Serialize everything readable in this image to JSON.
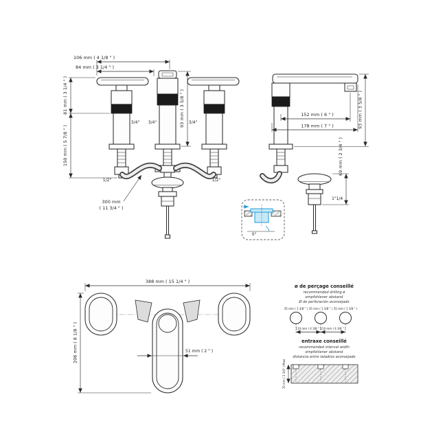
{
  "colors": {
    "line": "#2b2b2b",
    "accent_blue": "#1b9cd8",
    "light_blue": "#c7e9f8"
  },
  "front_view": {
    "dim_handle_full": "106 mm ( 4 1/8 \" )",
    "dim_handle": "84 mm ( 3 1/4 \" )",
    "dim_spout_height": "93 mm ( 3 5/8 \" )",
    "dim_body_height": "81 mm ( 3 1/4 \" )",
    "dim_under_deck": "150 mm ( 5 7/8 \" )",
    "thread_left": "3/4\"",
    "thread_center": "3/4\"",
    "thread_right": "3/4\"",
    "connector_left": "1/2\"",
    "connector_right": "1/2\"",
    "hose_length_line1": "300 mm",
    "hose_length_line2": "( 11 3/4 \" )"
  },
  "side_view": {
    "dim_height": "93 mm ( 3 5/8 \" )",
    "dim_reach": "152 mm ( 6 \" )",
    "dim_reach_total": "178 mm ( 7 \" )",
    "dim_drain_height": "69 mm ( 2 3/4 \" )",
    "drain_thread": "1\"1/4",
    "detail_angle": "0°"
  },
  "plan_view": {
    "dim_width": "388 mm ( 15 1/4 \" )",
    "dim_depth": "206 mm ( 8 1/8 \" )",
    "dim_spout_width": "51 mm ( 2 \" )"
  },
  "drilling_panel": {
    "title": "ø de perçage conseillé",
    "subtitle_en": "recommended drilling ø",
    "subtitle_de": "empfohlener abstand",
    "subtitle_es": "Ø de perforación aconsejado",
    "hole_diameter": "35 mm ( 1 3/8 \" )",
    "interval": "110 mm ( 4 3/8 \" )",
    "interval_title": "entraxe conseillé",
    "interval_subtitle_en": "recommended interval width",
    "interval_subtitle_de": "empfohlener abstand",
    "interval_subtitle_es": "distancia entre taladros aconsejado",
    "max_counter_thickness": "70 mm ( 2 3/4\" ) Maxi"
  }
}
